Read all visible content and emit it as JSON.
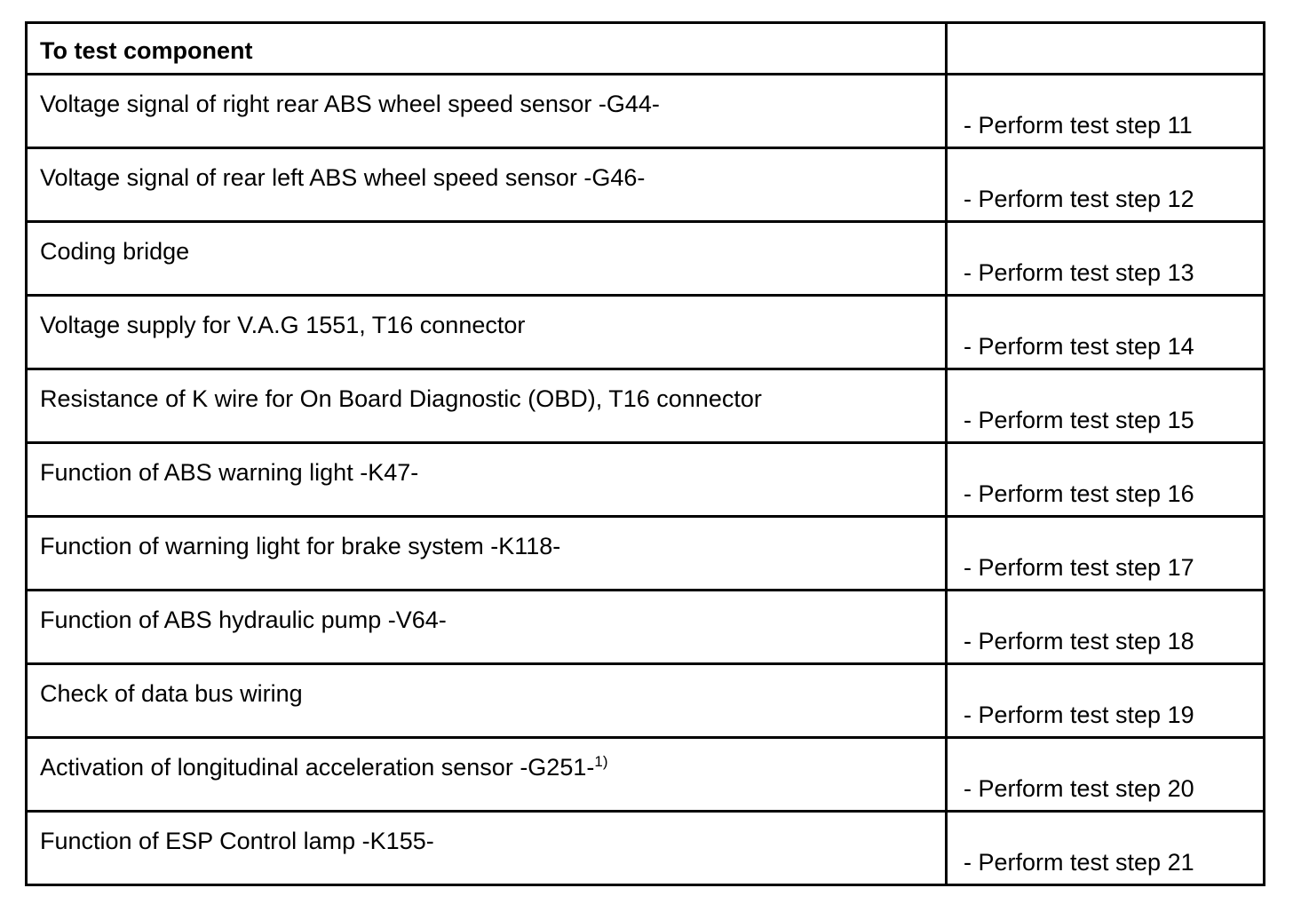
{
  "table": {
    "header": {
      "component_label": "To test component",
      "step_label": ""
    },
    "rows": [
      {
        "component": "Voltage signal of right rear ABS wheel speed sensor -G44-",
        "step": "- Perform test step 11"
      },
      {
        "component": "Voltage signal of rear left ABS wheel speed sensor -G46-",
        "step": "- Perform test step 12"
      },
      {
        "component": "Coding bridge",
        "step": "- Perform test step 13"
      },
      {
        "component": "Voltage supply for V.A.G 1551, T16 connector",
        "step": "- Perform test step 14"
      },
      {
        "component": "Resistance of K wire for On Board Diagnostic (OBD), T16 connector",
        "step": "- Perform test step 15"
      },
      {
        "component": "Function of ABS warning light -K47-",
        "step": "- Perform test step 16"
      },
      {
        "component": "Function of warning light for brake system -K118-",
        "step": "- Perform test step 17"
      },
      {
        "component": "Function of ABS hydraulic pump -V64-",
        "step": "- Perform test step 18"
      },
      {
        "component": "Check of data bus wiring",
        "step": "- Perform test step 19"
      },
      {
        "component": "Activation of longitudinal acceleration sensor -G251-",
        "component_superscript": "1)",
        "step": "- Perform test step 20"
      },
      {
        "component": "Function of ESP Control lamp -K155-",
        "step": "- Perform test step 21"
      }
    ]
  },
  "colors": {
    "page_background": "#ffffff",
    "text": "#000000",
    "border": "#000000"
  }
}
